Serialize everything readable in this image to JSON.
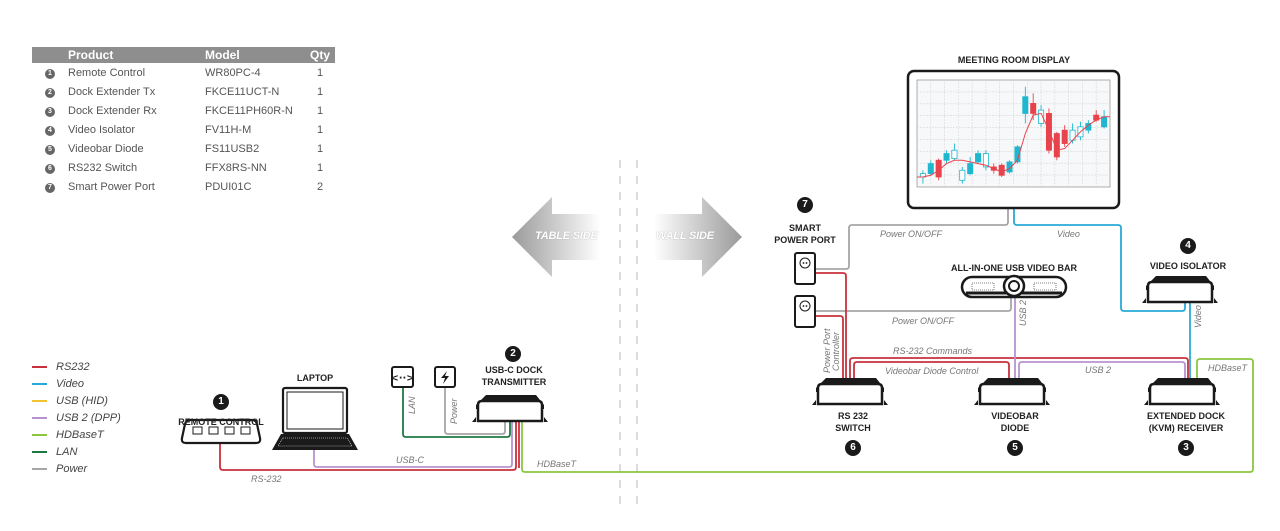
{
  "product_table": {
    "headers": [
      "",
      "Product",
      "Model",
      "Qty"
    ],
    "rows": [
      {
        "num": "1",
        "product": "Remote Control",
        "model": "WR80PC-4",
        "qty": "1"
      },
      {
        "num": "2",
        "product": "Dock Extender Tx",
        "model": "FKCE11UCT-N",
        "qty": "1"
      },
      {
        "num": "3",
        "product": "Dock Extender Rx",
        "model": "FKCE11PH60R-N",
        "qty": "1"
      },
      {
        "num": "4",
        "product": "Video Isolator",
        "model": "FV11H-M",
        "qty": "1"
      },
      {
        "num": "5",
        "product": "Videobar Diode",
        "model": "FS11USB2",
        "qty": "1"
      },
      {
        "num": "6",
        "product": "RS232 Switch",
        "model": "FFX8RS-NN",
        "qty": "1"
      },
      {
        "num": "7",
        "product": "Smart Power Port",
        "model": "PDUI01C",
        "qty": "2"
      }
    ]
  },
  "legend": [
    {
      "label": "RS232",
      "color": "#c8323c"
    },
    {
      "label": "Video",
      "color": "#29a9d6"
    },
    {
      "label": "USB (HID)",
      "color": "#f2c330"
    },
    {
      "label": "USB 2 (DPP)",
      "color": "#b792cf"
    },
    {
      "label": "HDBaseT",
      "color": "#8cc63f"
    },
    {
      "label": "LAN",
      "color": "#1e7a45"
    },
    {
      "label": "Power",
      "color": "#a6a6a6"
    }
  ],
  "sides": {
    "table": "TABLE SIDE",
    "wall": "WALL SIDE"
  },
  "devices": {
    "remote_control": {
      "badge": "1",
      "label": "REMOTE CONTROL"
    },
    "laptop": {
      "label": "LAPTOP"
    },
    "dock_tx": {
      "badge": "2",
      "label_line1": "USB-C DOCK",
      "label_line2": "TRANSMITTER"
    },
    "dock_rx": {
      "badge": "3",
      "label_line1": "EXTENDED DOCK",
      "label_line2": "(KVM) RECEIVER"
    },
    "video_isolator": {
      "badge": "4",
      "label": "VIDEO ISOLATOR"
    },
    "videobar_diode": {
      "badge": "5",
      "label_line1": "VIDEOBAR",
      "label_line2": "DIODE"
    },
    "rs232_switch": {
      "badge": "6",
      "label_line1": "RS 232",
      "label_line2": "SWITCH"
    },
    "smart_power_port": {
      "badge": "7",
      "label_line1": "SMART",
      "label_line2": "POWER PORT"
    },
    "video_bar": {
      "label": "ALL-IN-ONE USB VIDEO BAR"
    },
    "display": {
      "label": "MEETING ROOM DISPLAY"
    }
  },
  "cable_labels": {
    "rs232": "RS-232",
    "usbc": "USB-C",
    "lan": "LAN",
    "power": "Power",
    "hdbaset_bottom": "HDBaseT",
    "hdbaset_right": "HDBaseT",
    "power_onoff_1": "Power ON/OFF",
    "power_onoff_2": "Power ON/OFF",
    "video_top": "Video",
    "video_vertical": "Video",
    "usb2_vertical": "USB 2",
    "usb2_horizontal": "USB 2",
    "rs232_commands": "RS-232 Commands",
    "videobar_diode_control": "Videobar Diode Control",
    "power_port_controller_1": "Power Port",
    "power_port_controller_2": "Controller"
  },
  "display_chart": {
    "candles": [
      {
        "o": 3,
        "c": 4,
        "h": 5,
        "l": 1,
        "up": false
      },
      {
        "o": 4,
        "c": 7,
        "h": 8,
        "l": 3.5,
        "up": true
      },
      {
        "o": 8,
        "c": 3,
        "h": 8.5,
        "l": 2,
        "up": false
      },
      {
        "o": 8,
        "c": 10,
        "h": 11,
        "l": 7,
        "up": true
      },
      {
        "o": 8.5,
        "c": 11,
        "h": 13,
        "l": 8,
        "up": false
      },
      {
        "o": 2,
        "c": 5,
        "h": 6,
        "l": 1,
        "up": false
      },
      {
        "o": 4,
        "c": 7,
        "h": 9,
        "l": 3.5,
        "up": true
      },
      {
        "o": 7.5,
        "c": 10,
        "h": 11,
        "l": 7,
        "up": true
      },
      {
        "o": 6,
        "c": 10,
        "h": 11,
        "l": 5,
        "up": false
      },
      {
        "o": 5,
        "c": 6,
        "h": 7,
        "l": 4,
        "up": false
      },
      {
        "o": 6.5,
        "c": 3.5,
        "h": 7,
        "l": 3,
        "up": false
      },
      {
        "o": 4.5,
        "c": 7.5,
        "h": 8,
        "l": 4,
        "up": true
      },
      {
        "o": 7.5,
        "c": 12,
        "h": 12.5,
        "l": 7,
        "up": true
      },
      {
        "o": 22,
        "c": 27,
        "h": 30,
        "l": 19,
        "up": true
      },
      {
        "o": 22,
        "c": 25,
        "h": 28,
        "l": 20,
        "up": true
      },
      {
        "o": 23,
        "c": 19,
        "h": 24.5,
        "l": 18,
        "up": false
      },
      {
        "o": 22,
        "c": 11,
        "h": 23.5,
        "l": 10,
        "up": false
      },
      {
        "o": 16,
        "c": 9,
        "h": 16.5,
        "l": 8,
        "up": false
      },
      {
        "o": 17,
        "c": 13,
        "h": 18.5,
        "l": 12,
        "up": false
      },
      {
        "o": 14,
        "c": 17,
        "h": 19,
        "l": 13,
        "up": false
      },
      {
        "o": 15,
        "c": 18,
        "h": 19.5,
        "l": 14,
        "up": false
      },
      {
        "o": 17,
        "c": 19,
        "h": 20,
        "l": 16,
        "up": true
      },
      {
        "o": 20,
        "c": 21.5,
        "h": 23,
        "l": 19.5,
        "up": false
      },
      {
        "o": 18,
        "c": 21,
        "h": 23,
        "l": 17.5,
        "up": true
      }
    ],
    "ma": [
      3,
      3.5,
      5,
      7,
      8,
      8,
      7.5,
      7,
      6.5,
      5.5,
      4.5,
      5.5,
      8,
      16,
      21.5,
      22,
      17,
      11,
      11.5,
      14,
      16.5,
      18.5,
      20,
      21
    ]
  }
}
